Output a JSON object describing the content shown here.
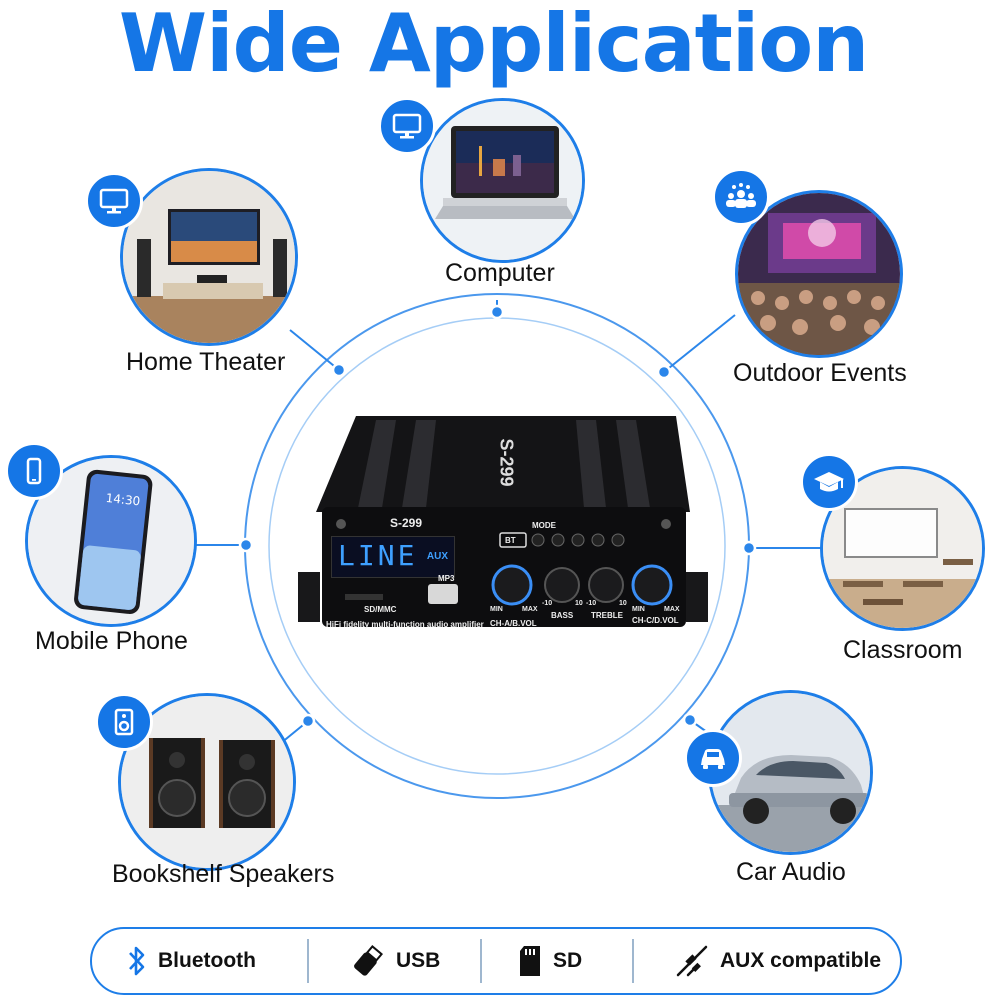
{
  "title": "Wide Application",
  "applications": [
    {
      "label": "Computer",
      "icon": "monitor-icon"
    },
    {
      "label": "Home Theater",
      "icon": "monitor-icon"
    },
    {
      "label": "Outdoor Events",
      "icon": "crowd-icon"
    },
    {
      "label": "Mobile Phone",
      "icon": "phone-icon"
    },
    {
      "label": "Classroom",
      "icon": "graduation-cap-icon"
    },
    {
      "label": "Bookshelf Speakers",
      "icon": "speaker-icon"
    },
    {
      "label": "Car Audio",
      "icon": "car-icon"
    }
  ],
  "phone_time": "14:30",
  "amplifier": {
    "model": "S-299",
    "display_text": "LINE",
    "display_mode": "AUX",
    "card_label": "SD/MMC",
    "usb_label": "MP3",
    "tagline": "HiFi fidelity multi-function audio amplifier",
    "mode_label": "MODE",
    "bt_label": "BT",
    "knobs": [
      {
        "label": "CH-A/B.VOL",
        "min": "MIN",
        "max": "MAX"
      },
      {
        "label": "BASS",
        "min": "-10",
        "max": "10"
      },
      {
        "label": "TREBLE",
        "min": "-10",
        "max": "10"
      },
      {
        "label": "CH-C/D.VOL",
        "min": "MIN",
        "max": "MAX"
      }
    ]
  },
  "features": [
    {
      "label": "Bluetooth",
      "icon": "bluetooth-icon"
    },
    {
      "label": "USB",
      "icon": "usb-icon"
    },
    {
      "label": "SD",
      "icon": "sd-card-icon"
    },
    {
      "label": "AUX compatible",
      "icon": "aux-cable-icon"
    }
  ],
  "colors": {
    "accent": "#1576e6",
    "ring": "#1e7ee8"
  }
}
